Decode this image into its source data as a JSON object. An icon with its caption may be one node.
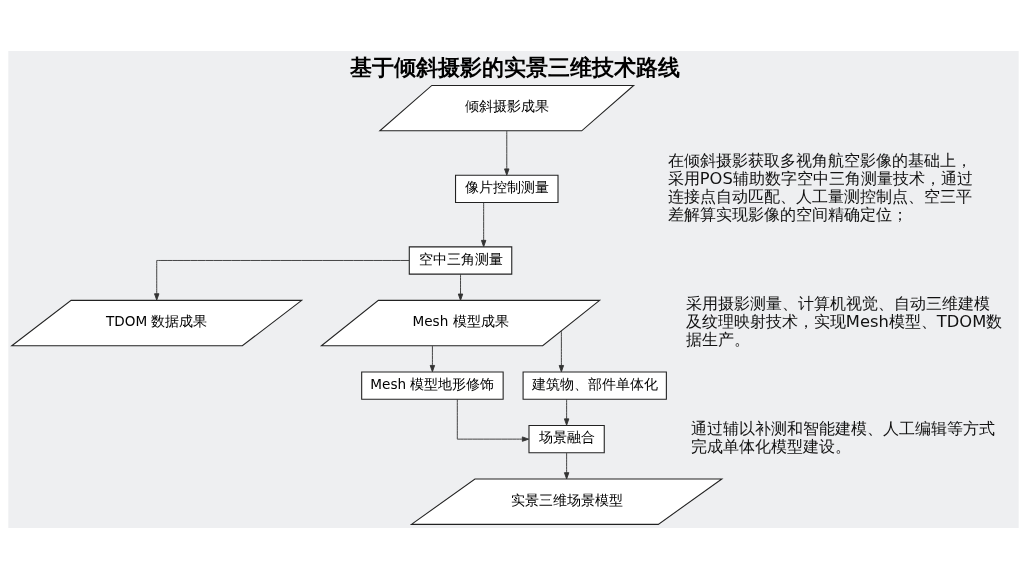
{
  "diagram": {
    "title": "基于倾斜摄影的实景三维技术路线",
    "nodes": [
      {
        "text": [
          "倾斜摄影成果"
        ]
      },
      {
        "text": [
          "像片控制测量"
        ]
      },
      {
        "text": [
          "空中三角测量"
        ]
      },
      {
        "text": [
          "TDOM 数据成果"
        ]
      },
      {
        "text": [
          "Mesh 模型成果"
        ]
      },
      {
        "text": [
          "Mesh 模型地形修饰"
        ]
      },
      {
        "text": [
          "建筑物、部件单体化"
        ]
      },
      {
        "text": [
          "场景融合"
        ]
      },
      {
        "text": [
          "实景三维场景模型"
        ]
      }
    ],
    "edges": [
      {
        "from": 0,
        "to": 1,
        "arrow": "to"
      },
      {
        "from": 1,
        "to": 2,
        "arrow": "to"
      },
      {
        "from": 2,
        "to": 3,
        "arrow": "to"
      },
      {
        "from": 2,
        "to": 4,
        "arrow": "to"
      },
      {
        "from": 4,
        "to": 5,
        "arrow": "to"
      },
      {
        "from": 4,
        "to": 6,
        "arrow": "to"
      },
      {
        "from": 5,
        "to": 7,
        "arrow": "to"
      },
      {
        "from": 6,
        "to": 7,
        "arrow": "to"
      },
      {
        "from": 7,
        "to": 8,
        "arrow": "to"
      }
    ],
    "labels": [
      "在倾斜摄影获取多视角航空影像的基础上，采用POS辅助数字空中三角测量技术，通过连接点自动匹配、人工量测控制点、空三平差解算实现影像的空间精确定位；",
      "采用摄影测量、计算机视觉、自动三维建模及纹理映射技术，实现Mesh模型、TDOM数据生产。",
      "通过辅以补测和智能建模、人工编辑等方式完成单体化模型建设。"
    ]
  }
}
